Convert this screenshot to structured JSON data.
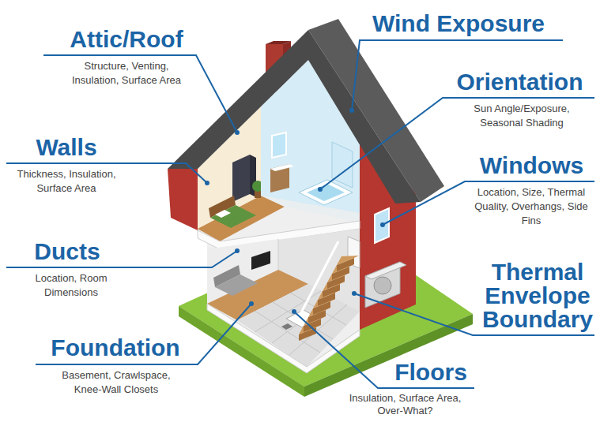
{
  "diagram": {
    "labels": [
      "Attic/Roof",
      "Structure, Venting, Insulation, Surface Area",
      "Walls",
      "Thickness, Insulation, Surface Area",
      "Ducts",
      "Location, Room Dimensions",
      "Foundation",
      "Basement, Crawlspace, Knee-Wall Closets",
      "Wind Exposure",
      "Orientation",
      "Sun Angle/Exposure, Seasonal Shading",
      "Windows",
      "Location, Size, Thermal Quality, Overhangs, Side Fins",
      "Thermal Envelope Boundary",
      "Floors",
      "Insulation, Surface Area, Over-What?"
    ]
  }
}
